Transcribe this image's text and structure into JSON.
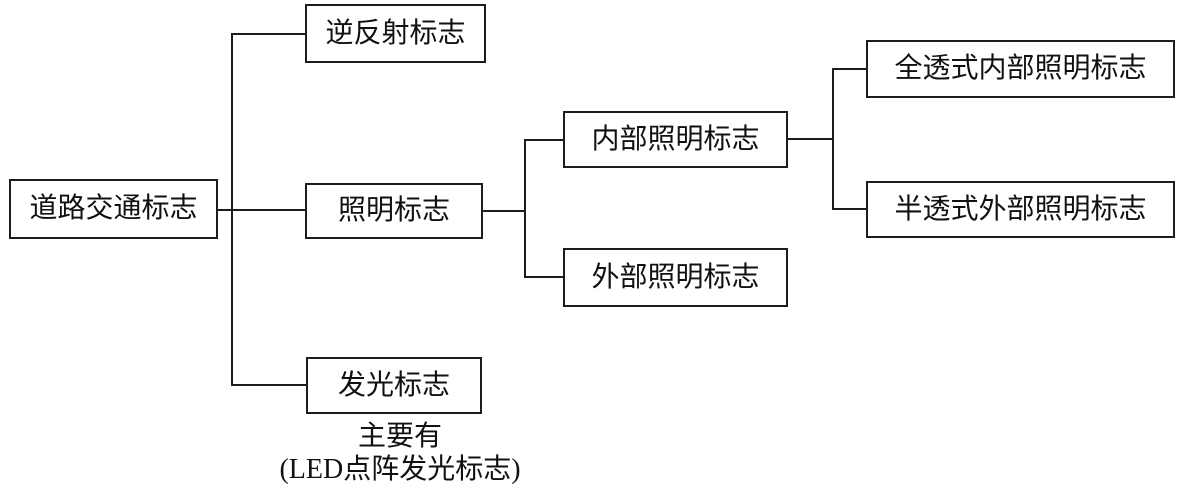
{
  "diagram": {
    "title_implicit": "道路交通标志分类",
    "colors": {
      "background": "#ffffff",
      "line": "#1d1d1d",
      "box_border": "#1d1d1d",
      "text": "#111111"
    },
    "root": {
      "label": "道路交通标志"
    },
    "level1": [
      {
        "id": "retroreflective",
        "label": "逆反射标志"
      },
      {
        "id": "illuminated",
        "label": "照明标志"
      },
      {
        "id": "luminous",
        "label": "发光标志"
      }
    ],
    "level2": [
      {
        "id": "internal",
        "label": "内部照明标志",
        "parent": "illuminated"
      },
      {
        "id": "external",
        "label": "外部照明标志",
        "parent": "illuminated"
      }
    ],
    "level3": [
      {
        "id": "full-trans",
        "label": "全透式内部照明标志",
        "parent": "internal"
      },
      {
        "id": "semi-trans",
        "label": "半透式外部照明标志",
        "parent": "internal"
      }
    ],
    "note": {
      "line1": "主要有",
      "line2": "(LED点阵发光标志)",
      "attached_to": "luminous"
    }
  }
}
